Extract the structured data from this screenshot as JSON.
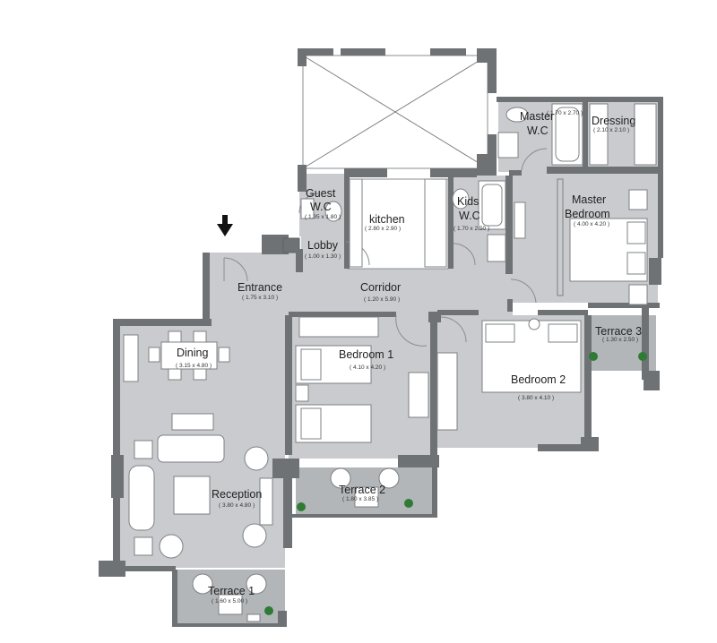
{
  "plan": {
    "rooms": [
      {
        "key": "master_wc",
        "name_line1": "Master",
        "name_line2": "W.C",
        "dims": "( 1.70 x 2.70 )"
      },
      {
        "key": "dressing",
        "name": "Dressing",
        "dims": "( 2.10 x 2.10 )"
      },
      {
        "key": "guest_wc",
        "name_line1": "Guest",
        "name_line2": "W.C",
        "dims": "( 1.35 x 1.80 )"
      },
      {
        "key": "kitchen",
        "name": "kitchen",
        "dims": "( 2.80 x 2.90 )"
      },
      {
        "key": "kids_wc",
        "name_line1": "Kids",
        "name_line2": "W.C",
        "dims": "( 1.70 x 2.50 )"
      },
      {
        "key": "master_bedroom",
        "name_line1": "Master",
        "name_line2": "Bedroom",
        "dims": "( 4.00 x 4.20 )"
      },
      {
        "key": "lobby",
        "name": "Lobby",
        "dims": "( 1.00 x 1.30 )"
      },
      {
        "key": "entrance",
        "name": "Entrance",
        "dims": "( 1.75 x 3.10 )"
      },
      {
        "key": "corridor",
        "name": "Corridor",
        "dims": "( 1.20 x 5.90 )"
      },
      {
        "key": "terrace3",
        "name": "Terrace 3",
        "dims": "( 1.30 x 2.50 )"
      },
      {
        "key": "dining",
        "name": "Dining",
        "dims": "( 3.15 x 4.80 )"
      },
      {
        "key": "bedroom1",
        "name": "Bedroom 1",
        "dims": "( 4.10 x 4.20 )"
      },
      {
        "key": "bedroom2",
        "name": "Bedroom 2",
        "dims": "( 3.80 x 4.10 )"
      },
      {
        "key": "terrace2",
        "name": "Terrace 2",
        "dims": "( 1.80 x 3.85 )"
      },
      {
        "key": "reception",
        "name": "Reception",
        "dims": "( 3.80 x 4.80 )"
      },
      {
        "key": "terrace1",
        "name": "Terrace 1",
        "dims": "( 1.60 x 5.00 )"
      }
    ],
    "icons": {
      "entry_arrow": "down-arrow-icon",
      "plants": "plant-icon"
    },
    "colors": {
      "wall": "#6f7274",
      "floor": "#c9cbce",
      "terrace": "#b3b6b9",
      "plant": "#2f7a35"
    }
  }
}
